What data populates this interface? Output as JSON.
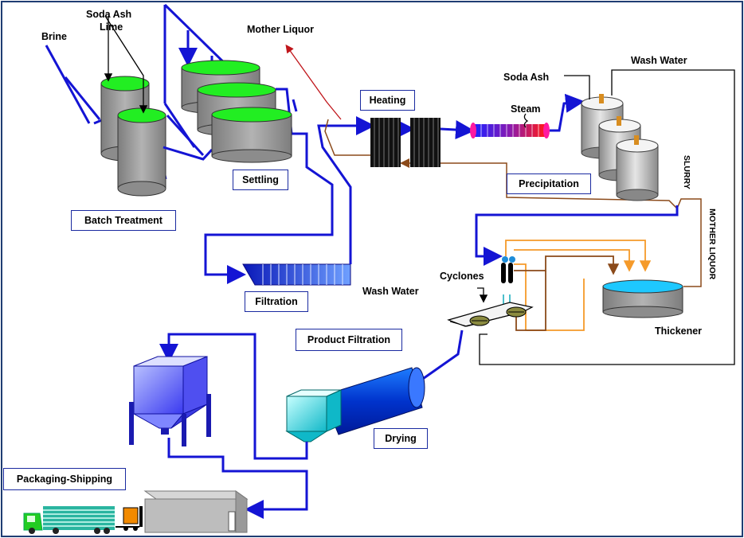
{
  "labels": {
    "soda_ash_top": "Soda Ash",
    "lime": "Lime",
    "brine": "Brine",
    "mother_liquor_top": "Mother Liquor",
    "heating": "Heating",
    "soda_ash_right": "Soda Ash",
    "wash_water_top": "Wash Water",
    "steam": "Steam",
    "settling": "Settling",
    "precipitation": "Precipitation",
    "slurry": "SLURRY",
    "batch_treatment": "Batch Treatment",
    "mother_liquor_side": "MOTHER LIQUOR",
    "cyclones": "Cyclones",
    "wash_water_mid": "Wash Water",
    "filtration": "Filtration",
    "thickener": "Thickener",
    "product_filtration": "Product Filtration",
    "drying": "Drying",
    "packaging_shipping": "Packaging-Shipping"
  },
  "colors": {
    "frame": "#1f3d73",
    "pipe_blue": "#1414d4",
    "pipe_brown": "#8b4a1a",
    "pipe_orange": "#f59a2a",
    "tank_gray": "#9a9a9a",
    "liquid_green": "#22ee22",
    "thickener_water": "#1ec8ff",
    "mother_liquor_red": "#c0161b"
  }
}
